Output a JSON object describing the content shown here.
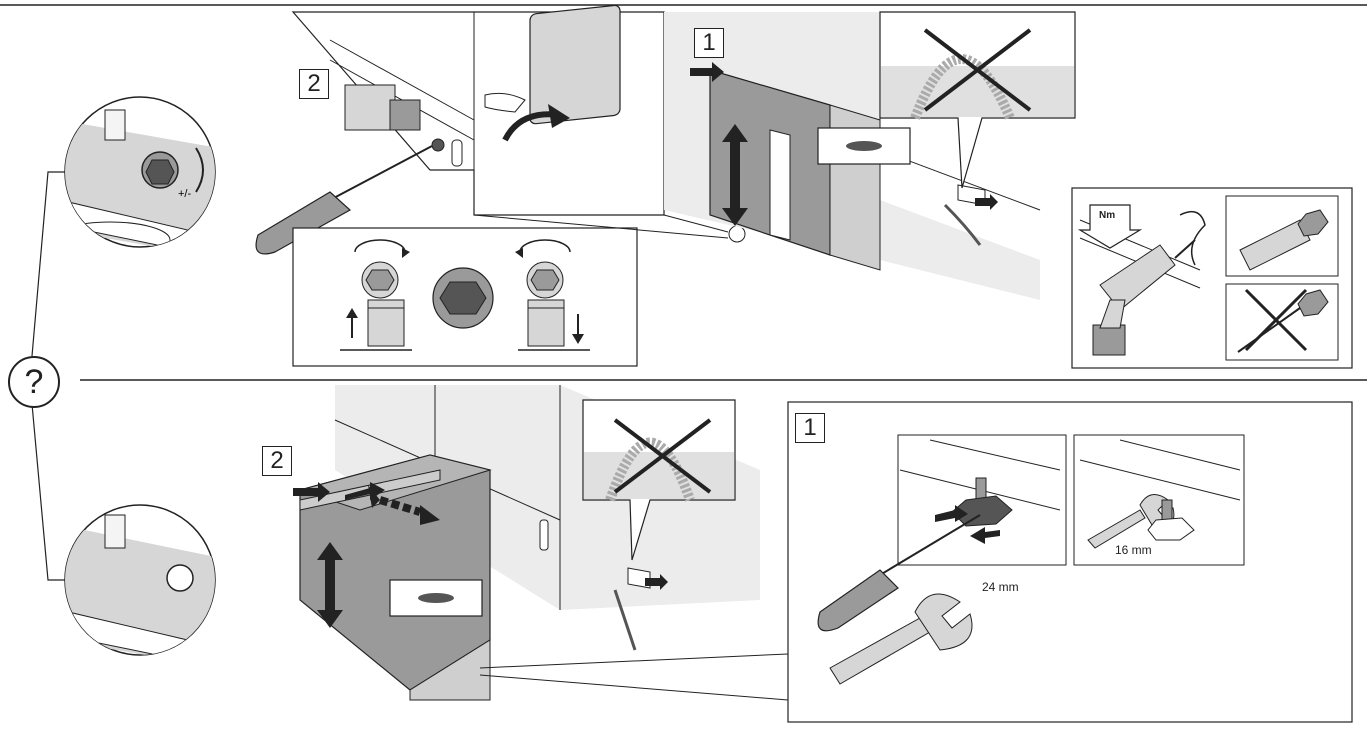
{
  "help_symbol": "?",
  "top_section": {
    "step_a": "1",
    "step_b": "2"
  },
  "bottom_section": {
    "step_a": "2",
    "step_b": "1",
    "wrench_size_large": "24 mm",
    "wrench_size_small": "16 mm"
  },
  "torque_label": "Nm",
  "colors": {
    "line": "#222222",
    "shade": "#d6d6d6",
    "mid": "#9a9a9a",
    "dark": "#555555"
  }
}
